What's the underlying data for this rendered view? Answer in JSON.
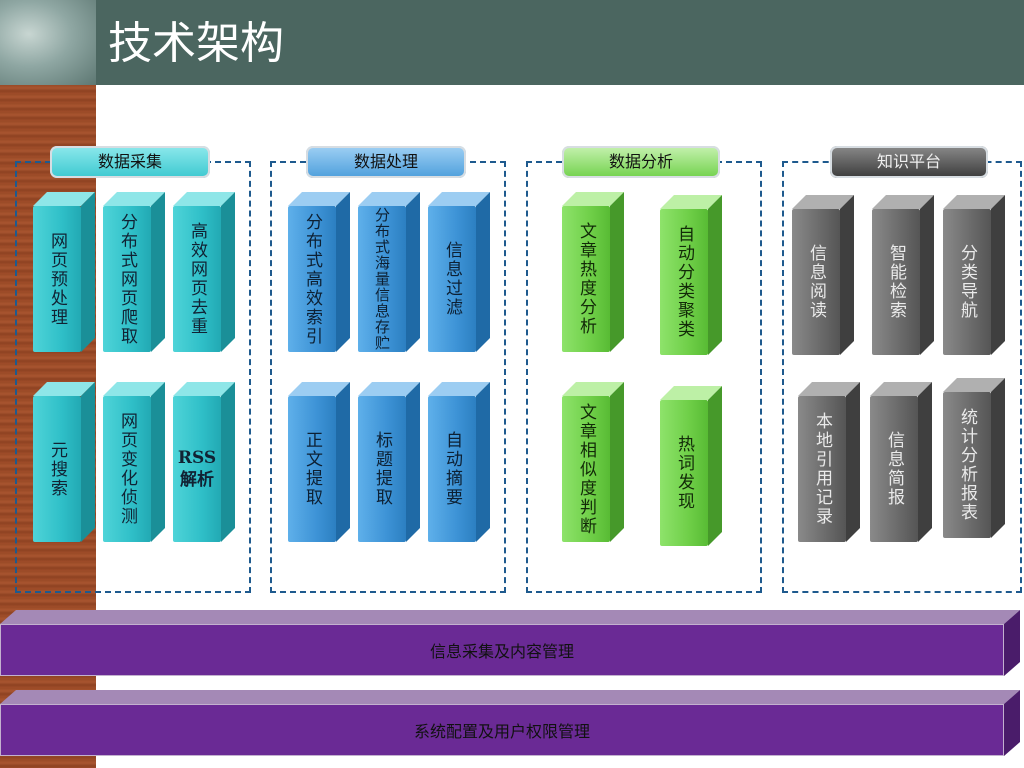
{
  "title": "技术架构",
  "panels": [
    {
      "label": "数据采集",
      "color": "cyan",
      "items": [
        "网页预处理",
        "分布式网页爬取",
        "高效网页去重",
        "元搜索",
        "网页变化侦测",
        "RSS解析"
      ]
    },
    {
      "label": "数据处理",
      "color": "blue",
      "items": [
        "分布式高效索引",
        "分布式海量信息存贮",
        "信息过滤",
        "正文提取",
        "标题提取",
        "自动摘要"
      ]
    },
    {
      "label": "数据分析",
      "color": "green",
      "items": [
        "文章热度分析",
        "自动分类聚类",
        "文章相似度判断",
        "热词发现"
      ]
    },
    {
      "label": "知识平台",
      "color": "gray",
      "items": [
        "信息阅读",
        "智能检索",
        "分类导航",
        "本地引用记录",
        "信息简报",
        "统计分析报表"
      ]
    }
  ],
  "bars": [
    "信息采集及内容管理",
    "系统配置及用户权限管理"
  ],
  "colors": {
    "header": "#4b6660",
    "cyan": "#2fbfc8",
    "blue": "#3d93d6",
    "green": "#6fcf48",
    "gray": "#6a6a6a",
    "purple": "#6a2a95"
  }
}
